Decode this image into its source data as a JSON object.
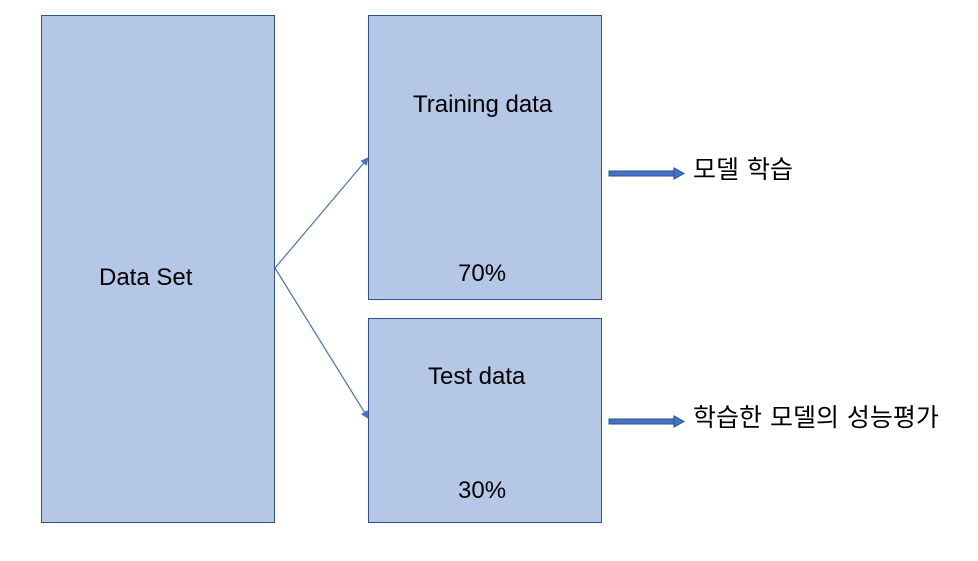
{
  "diagram": {
    "source_box": {
      "label": "Data Set"
    },
    "training_box": {
      "title": "Training data",
      "ratio": "70%"
    },
    "test_box": {
      "title": "Test data",
      "ratio": "30%"
    },
    "training_result": "모델 학습",
    "test_result": "학습한 모델의 성능평가"
  },
  "colors": {
    "box_fill": "#b4c7e7",
    "box_border": "#2f528f",
    "arrow": "#4472c4"
  }
}
